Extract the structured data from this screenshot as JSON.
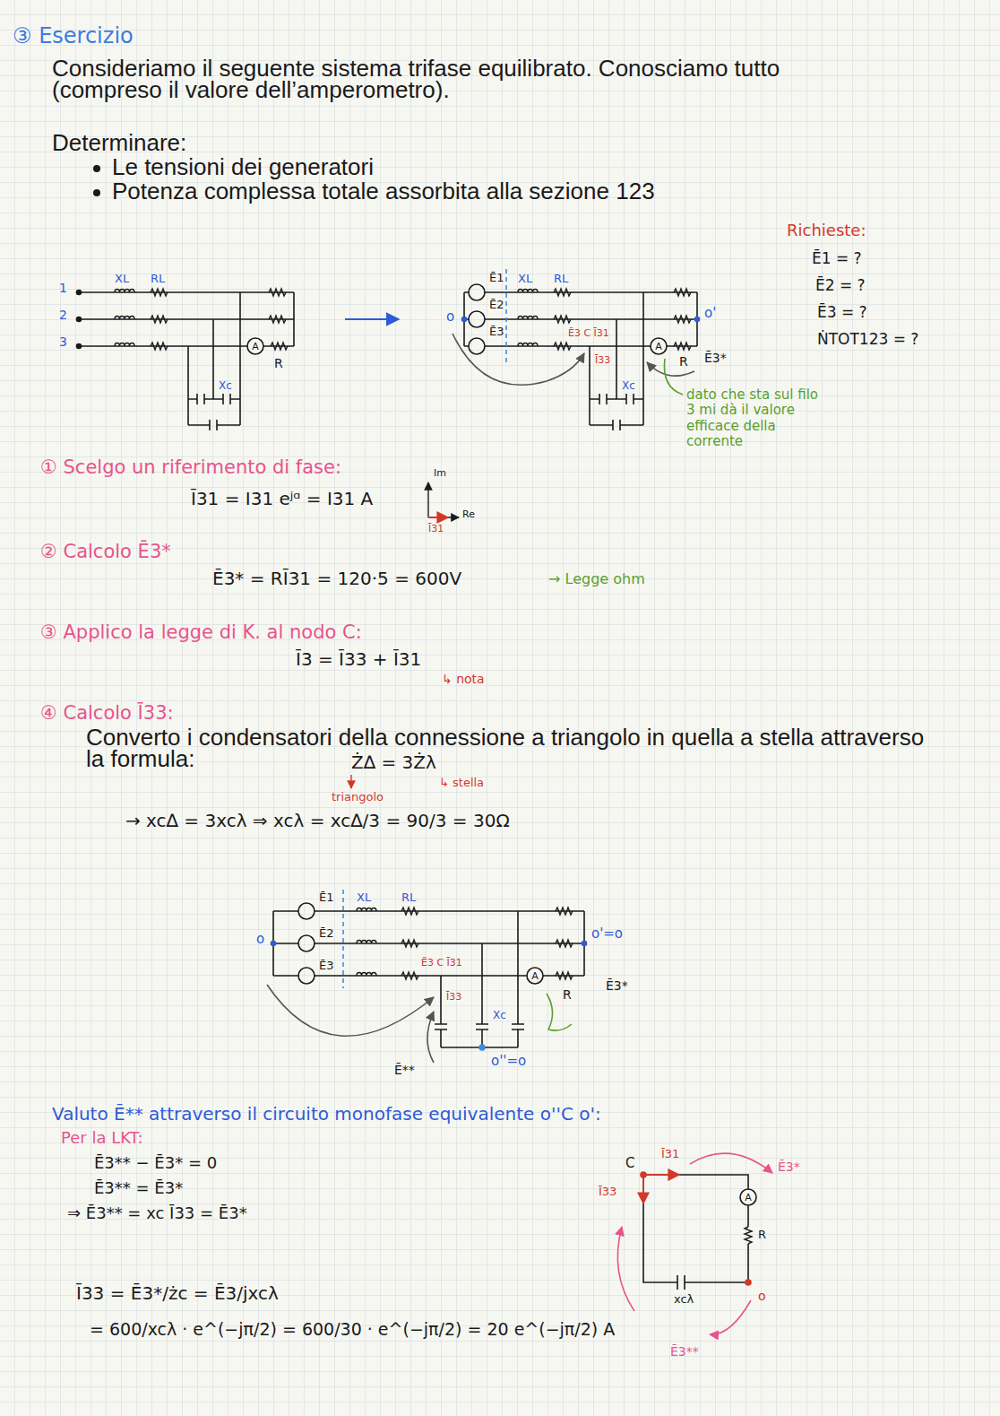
{
  "diagram": {
    "title": "③ Esercizio",
    "labels": [
      "Consideriamo il seguente sistema trifase equilibrato. Conosciamo tutto (compreso il valore dell’amperometro).",
      "Determinare:",
      "Le tensioni dei generatori",
      "Potenza complessa totale assorbita alla sezione 123",
      "Richieste:",
      "Ē1 = ?",
      "Ē2 = ?",
      "Ē3 = ?",
      "ṄTOT123 = ?",
      "1",
      "2",
      "3",
      "XL",
      "RL",
      "A",
      "R",
      "Xc",
      "Ē1",
      "Ē2",
      "Ē3",
      "XL",
      "RL",
      "o",
      "o'",
      "Ē3 C Ī31",
      "Ī33",
      "A",
      "R",
      "Ē3*",
      "Xc",
      "dato che sta sul filo 3 mi dà il valore efficace della corrente",
      "① Scelgo un riferimento di fase:",
      "Ī31 = I31 eʲᵅ = I31   A",
      "Im",
      "Re",
      "Ī31",
      "② Calcolo Ē3*",
      "Ē3* = RĪ31 = 120·5 = 600V",
      "→ Legge ohm",
      "③ Applico la legge di K. al nodo C:",
      "Ī3 = Ī33 + Ī31",
      "↳ nota",
      "④ Calcolo Ī33:",
      "Converto i condensatori della connessione a triangolo in quella a stella attraverso la formula:",
      "Ż∆ = 3Żλ",
      "↳ stella",
      "triangolo",
      "→   xc∆ = 3xcλ  ⇒  xcλ = xc∆/3 = 90/3 = 30Ω",
      "Ē1",
      "XL",
      "RL",
      "Ē2",
      "Ē3",
      "o",
      "o'=o",
      "Ē3 C Ī31",
      "Ī33",
      "A",
      "R",
      "Ē3*",
      "Xc",
      "Ē**",
      "o''=o",
      "Valuto Ē** attraverso il circuito monofase equivalente o''C o':",
      "Per la LKT:",
      "Ē3** − Ē3* = 0",
      "Ē3** = Ē3*",
      "⇒ Ē3** = xc Ī33 = Ē3*",
      "Ī33 = Ē3*/żc = Ē3/jxcλ",
      "= 600/xcλ · e^(−jπ/2) = 600/30 · e^(−jπ/2) = 20 e^(−jπ/2) A",
      "C",
      "Ī31",
      "Ī33",
      "A",
      "R",
      "xcλ",
      "o",
      "Ē3*",
      "Ē3**"
    ]
  }
}
